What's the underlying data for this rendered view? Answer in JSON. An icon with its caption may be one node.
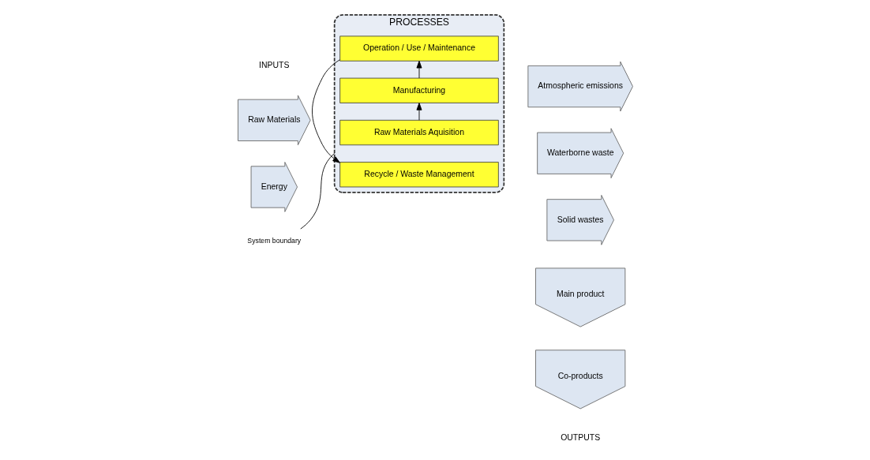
{
  "diagram": {
    "nodes": [
      {
        "text": [
          "PROCESSES"
        ]
      },
      {
        "text": [
          "Raw Materials Aquisition"
        ],
        "in": 0
      },
      {
        "text": [
          "Manufacturing"
        ],
        "in": 0
      },
      {
        "text": [
          "Operation / Use / Maintenance"
        ],
        "in": 0
      },
      {
        "text": [
          "Recycle / Waste Management"
        ],
        "in": 0
      },
      {
        "text": [
          "Raw Materials"
        ]
      },
      {
        "text": [
          "Energy"
        ]
      },
      {
        "text": [
          "Atmospheric emissions"
        ]
      },
      {
        "text": [
          "Waterborne waste"
        ]
      },
      {
        "text": [
          "Solid wastes"
        ]
      },
      {
        "text": [
          "Main product"
        ]
      },
      {
        "text": [
          "Co-products"
        ]
      },
      {
        "text": [
          "System boundary"
        ]
      }
    ],
    "edges": [
      {
        "from": 1,
        "to": 2,
        "arrow": "to"
      },
      {
        "from": 2,
        "to": 3,
        "arrow": "to"
      },
      {
        "from": 3,
        "to": 4,
        "arrow": "to"
      },
      {
        "from": 12,
        "to": 0,
        "arrow": "none"
      }
    ],
    "labels": [
      "INPUTS",
      "OUTPUTS"
    ]
  }
}
